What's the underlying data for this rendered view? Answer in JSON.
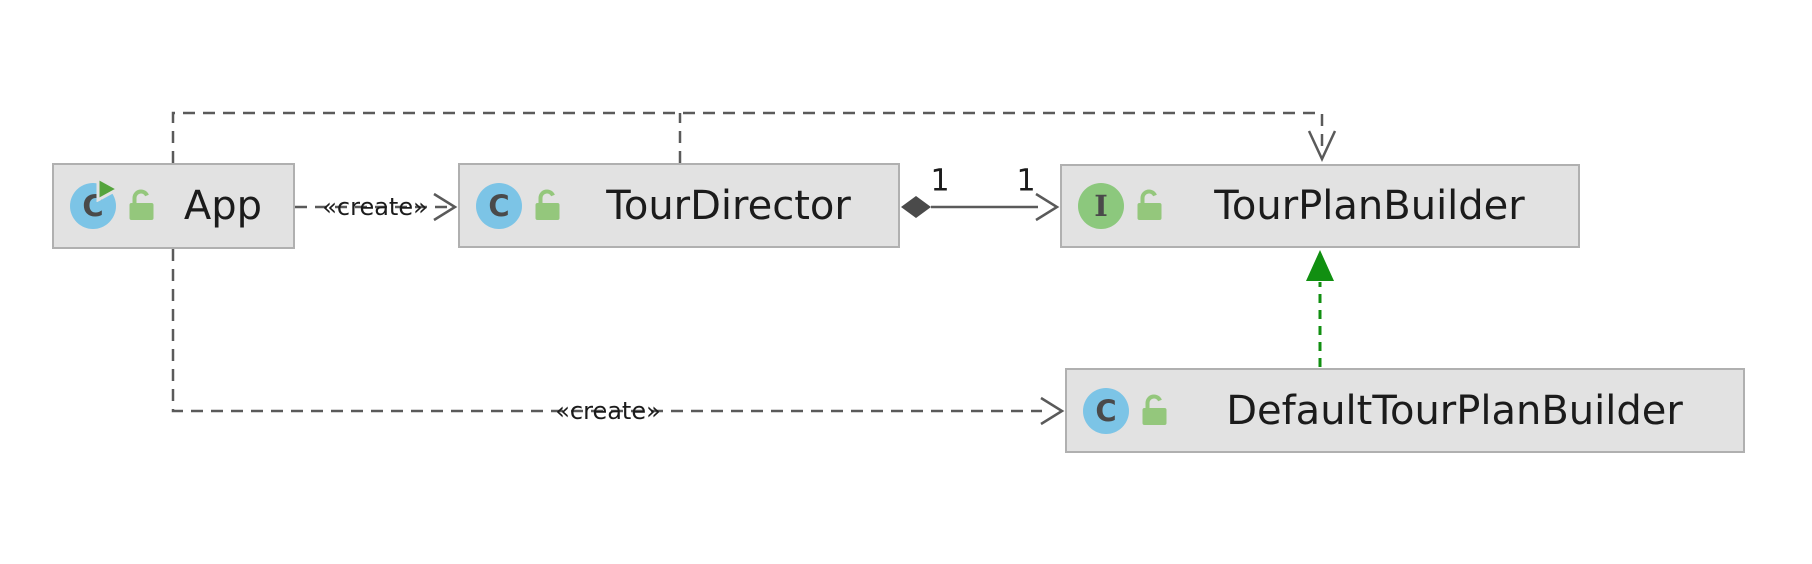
{
  "icons": {
    "class_letter": "C",
    "interface_letter": "I"
  },
  "diagram": {
    "nodes": [
      {
        "name": "App",
        "kind": "class",
        "badges": [
          "class-icon",
          "run-main-icon",
          "public-lock-icon"
        ]
      },
      {
        "name": "TourDirector",
        "kind": "class",
        "badges": [
          "class-icon",
          "public-lock-icon"
        ]
      },
      {
        "name": "TourPlanBuilder",
        "kind": "interface",
        "badges": [
          "interface-icon",
          "public-lock-icon"
        ]
      },
      {
        "name": "DefaultTourPlanBuilder",
        "kind": "class",
        "badges": [
          "class-icon",
          "public-lock-icon"
        ]
      }
    ],
    "edges": [
      {
        "from": "App",
        "to": "TourDirector",
        "type": "dependency-dashed",
        "stereotype": "«create»"
      },
      {
        "from": "App",
        "to": "DefaultTourPlanBuilder",
        "type": "dependency-dashed",
        "stereotype": "«create»"
      },
      {
        "from": "App",
        "to": "TourPlanBuilder",
        "type": "dependency-dashed",
        "stereotype": ""
      },
      {
        "from": "TourDirector",
        "to": "TourPlanBuilder",
        "type": "aggregation",
        "source_multiplicity": "1",
        "target_multiplicity": "1"
      },
      {
        "from": "DefaultTourPlanBuilder",
        "to": "TourPlanBuilder",
        "type": "realization"
      }
    ],
    "colors": {
      "node_fill": "#e2e2e2",
      "node_border": "#b0b0b0",
      "edge_gray": "#5a5a5a",
      "edge_gray_dark": "#4a4a4a",
      "realization_green": "#118f11",
      "class_icon_blue": "#7cc4e6",
      "interface_icon_green": "#8cc87d",
      "lock_green": "#94c77c",
      "run_triangle_green": "#55a43d",
      "icon_letter": "#4a4a4a",
      "text": "#1b1b1b"
    }
  }
}
